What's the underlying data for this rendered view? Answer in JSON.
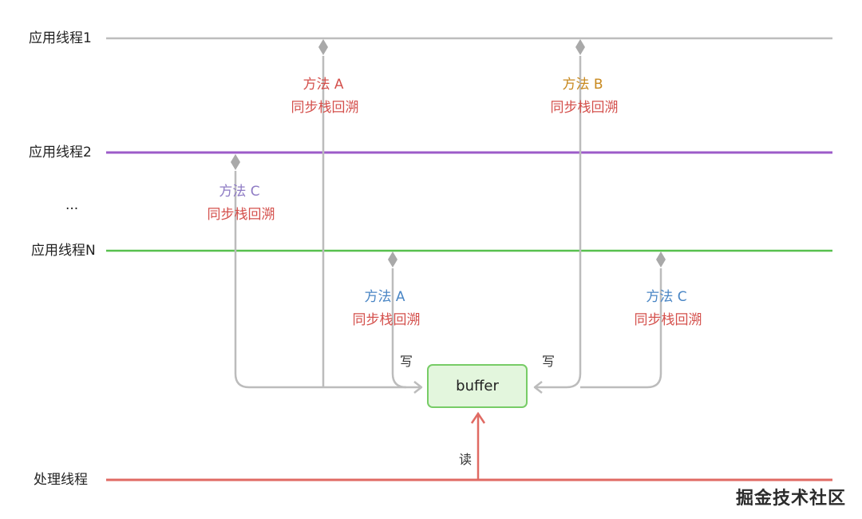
{
  "threads": {
    "app1": "应用线程1",
    "app2": "应用线程2",
    "ellipsis": "...",
    "appN": "应用线程N",
    "processing": "处理线程"
  },
  "methods": [
    {
      "name": "方法 A",
      "sub": "同步栈回溯",
      "color": "#d4504c"
    },
    {
      "name": "方法 B",
      "sub": "同步栈回溯",
      "color": "#c8891f"
    },
    {
      "name": "方法 C",
      "sub": "同步栈回溯",
      "color": "#8e7bc4"
    },
    {
      "name": "方法 A",
      "sub": "同步栈回溯",
      "color": "#4a86c5"
    },
    {
      "name": "方法 C",
      "sub": "同步栈回溯",
      "color": "#4a86c5"
    }
  ],
  "buffer": "buffer",
  "write_left": "写",
  "write_right": "写",
  "read": "读",
  "watermark": "掘金技术社区",
  "colors": {
    "thread1": "#bdbdbd",
    "thread2": "#9c5bc9",
    "threadN": "#58c04e",
    "processing": "#e06a63",
    "connector": "#bcbcbc",
    "buffer_border": "#77cc66",
    "buffer_fill": "#e3f6dd"
  }
}
